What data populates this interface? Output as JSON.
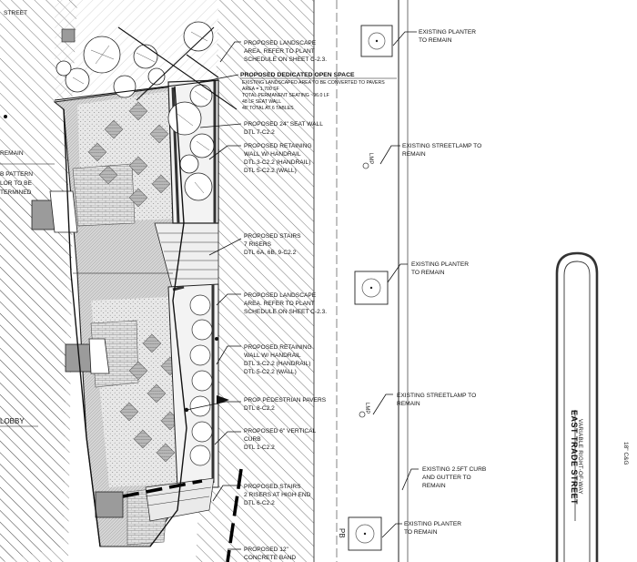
{
  "left_fragments": {
    "street": "STREET",
    "remain": "REMAIN",
    "pattern": "B PATTERN",
    "color": "LOR TO BE",
    "determined": "TERMINED",
    "lobby": "LOBBY"
  },
  "labels": {
    "landscape_1": [
      "PROPOSED LANDSCAPE",
      "AREA. REFER TO PLANT",
      "SCHEDULE ON SHEET C-2.3."
    ],
    "open_space_title": "PROPOSED DEDICATED OPEN SPACE",
    "open_space_details": [
      "EXISTING LANDSCAPED AREA TO BE CONVERTED TO PAVERS",
      "AREA = 1,700 SF",
      "TOTAL PERMANENT SEATING ~96.0 LF",
      "48 LF SEAT WALL",
      "48' TOTAL AT 6 TABLES"
    ],
    "seat_wall": [
      "PROPOSED 24\" SEAT WALL",
      "DTL 7-C2.2"
    ],
    "retaining_1": [
      "PROPOSED RETAINING",
      "WALL W/ HANDRAIL",
      "DTL 3-C2.2 (HANDRAIL)",
      "DTL 5-C2.2 (WALL)"
    ],
    "stairs_1": [
      "PROPOSED STAIRS",
      "7 RISERS",
      "DTL 6A, 6B, 9-C2.2"
    ],
    "landscape_2": [
      "PROPOSED LANDSCAPE",
      "AREA. REFER TO PLANT",
      "SCHEDULE ON SHEET C-2.3."
    ],
    "retaining_2": [
      "PROPOSED RETAINING",
      "WALL W/ HANDRAIL",
      "DTL 3-C2.2 (HANDRAIL)",
      "DTL 5-C2.2 (WALL)"
    ],
    "pavers": [
      "PROP PEDESTRIAN PAVERS",
      "DTL 8-C2.2"
    ],
    "curb": [
      "PROPOSED 6\" VERTICAL",
      "CURB",
      "DTL 1-C2.2"
    ],
    "stairs_2": [
      "PROPOSED STAIRS",
      "2 RISERS AT HIGH END",
      "DTL 6-C2.2"
    ],
    "band": [
      "PROPOSED 12\"",
      "CONCRETE BAND"
    ],
    "planter_1": [
      "EXISTING PLANTER",
      "TO REMAIN"
    ],
    "lamp_1": [
      "EXISTING STREETLAMP TO",
      "REMAIN"
    ],
    "planter_2": [
      "EXISTING PLANTER",
      "TO REMAIN"
    ],
    "lamp_2": [
      "EXISTING STREETLAMP TO",
      "REMAIN"
    ],
    "curb_gutter": [
      "EXISTING 2.5FT CURB",
      "AND GUTTER TO",
      "REMAIN"
    ],
    "planter_3": [
      "EXISTING PLANTER",
      "TO REMAIN"
    ]
  },
  "markers": {
    "lmp": "LMP",
    "pb": "PB",
    "cg": "18\" C&G"
  },
  "street": {
    "name": "EAST TRADE STREET",
    "subtitle": "VARIABLE RIGHT-OF-WAY"
  }
}
